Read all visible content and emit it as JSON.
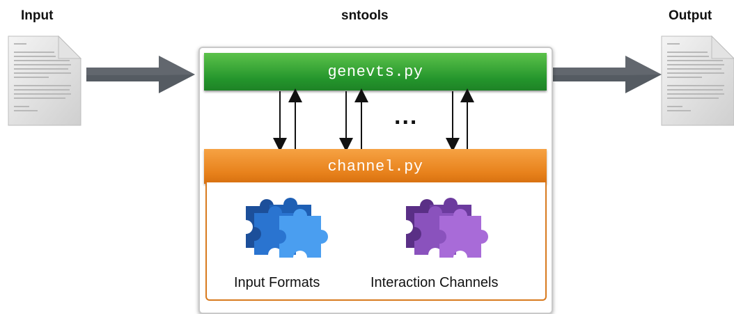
{
  "headings": {
    "input": "Input",
    "sntools": "sntools",
    "output": "Output"
  },
  "bars": {
    "genevts": "genevts.py",
    "channel": "channel.py"
  },
  "ellipsis": "...",
  "plugins": {
    "input_formats": "Input Formats",
    "interaction_channels": "Interaction Channels"
  },
  "colors": {
    "genevts_green": "#24952c",
    "channel_orange": "#e7811b",
    "input_puzzle_blue": "#4a9ef0",
    "channel_puzzle_purple": "#a86bd8",
    "big_arrow_gray": "#555b62"
  },
  "icons": {
    "document": "document-icon",
    "arrow": "right-arrow-icon",
    "puzzle": "puzzle-pieces-icon"
  }
}
